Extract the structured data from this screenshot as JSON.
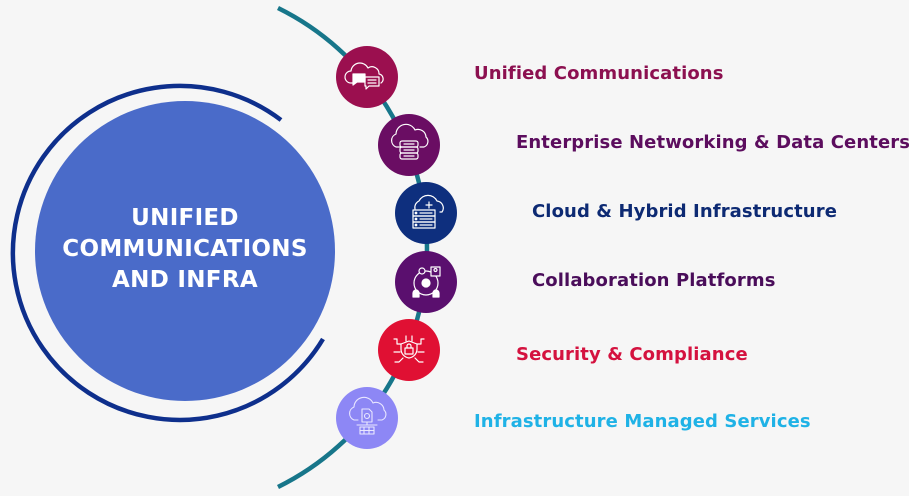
{
  "center": {
    "title_lines": [
      "UNIFIED",
      "COMMUNICATIONS",
      "AND INFRA"
    ],
    "fill_color": "#4a6bc9",
    "ring_color": "#0e2f8c"
  },
  "connector_color": "#17768a",
  "items": [
    {
      "label": "Unified Communications",
      "text_color": "#8c1050",
      "circle_color": "#9b0f4f",
      "icon": "cloud-chat-icon"
    },
    {
      "label": "Enterprise Networking & Data Centers",
      "text_color": "#5c0d5e",
      "circle_color": "#6a0d63",
      "icon": "cloud-server-icon"
    },
    {
      "label": "Cloud & Hybrid Infrastructure",
      "text_color": "#0d2a73",
      "circle_color": "#0e2f7e",
      "icon": "cloud-plus-server-icon"
    },
    {
      "label": "Collaboration Platforms",
      "text_color": "#4a0d5a",
      "circle_color": "#5a0f6e",
      "icon": "team-gear-icon"
    },
    {
      "label": "Security & Compliance",
      "text_color": "#d4123f",
      "circle_color": "#e01033",
      "icon": "shield-lock-circuit-icon"
    },
    {
      "label": "Infrastructure Managed Services",
      "text_color": "#1fb2e6",
      "circle_color": "#8d87f5",
      "icon": "cloud-document-gear-icon"
    }
  ]
}
